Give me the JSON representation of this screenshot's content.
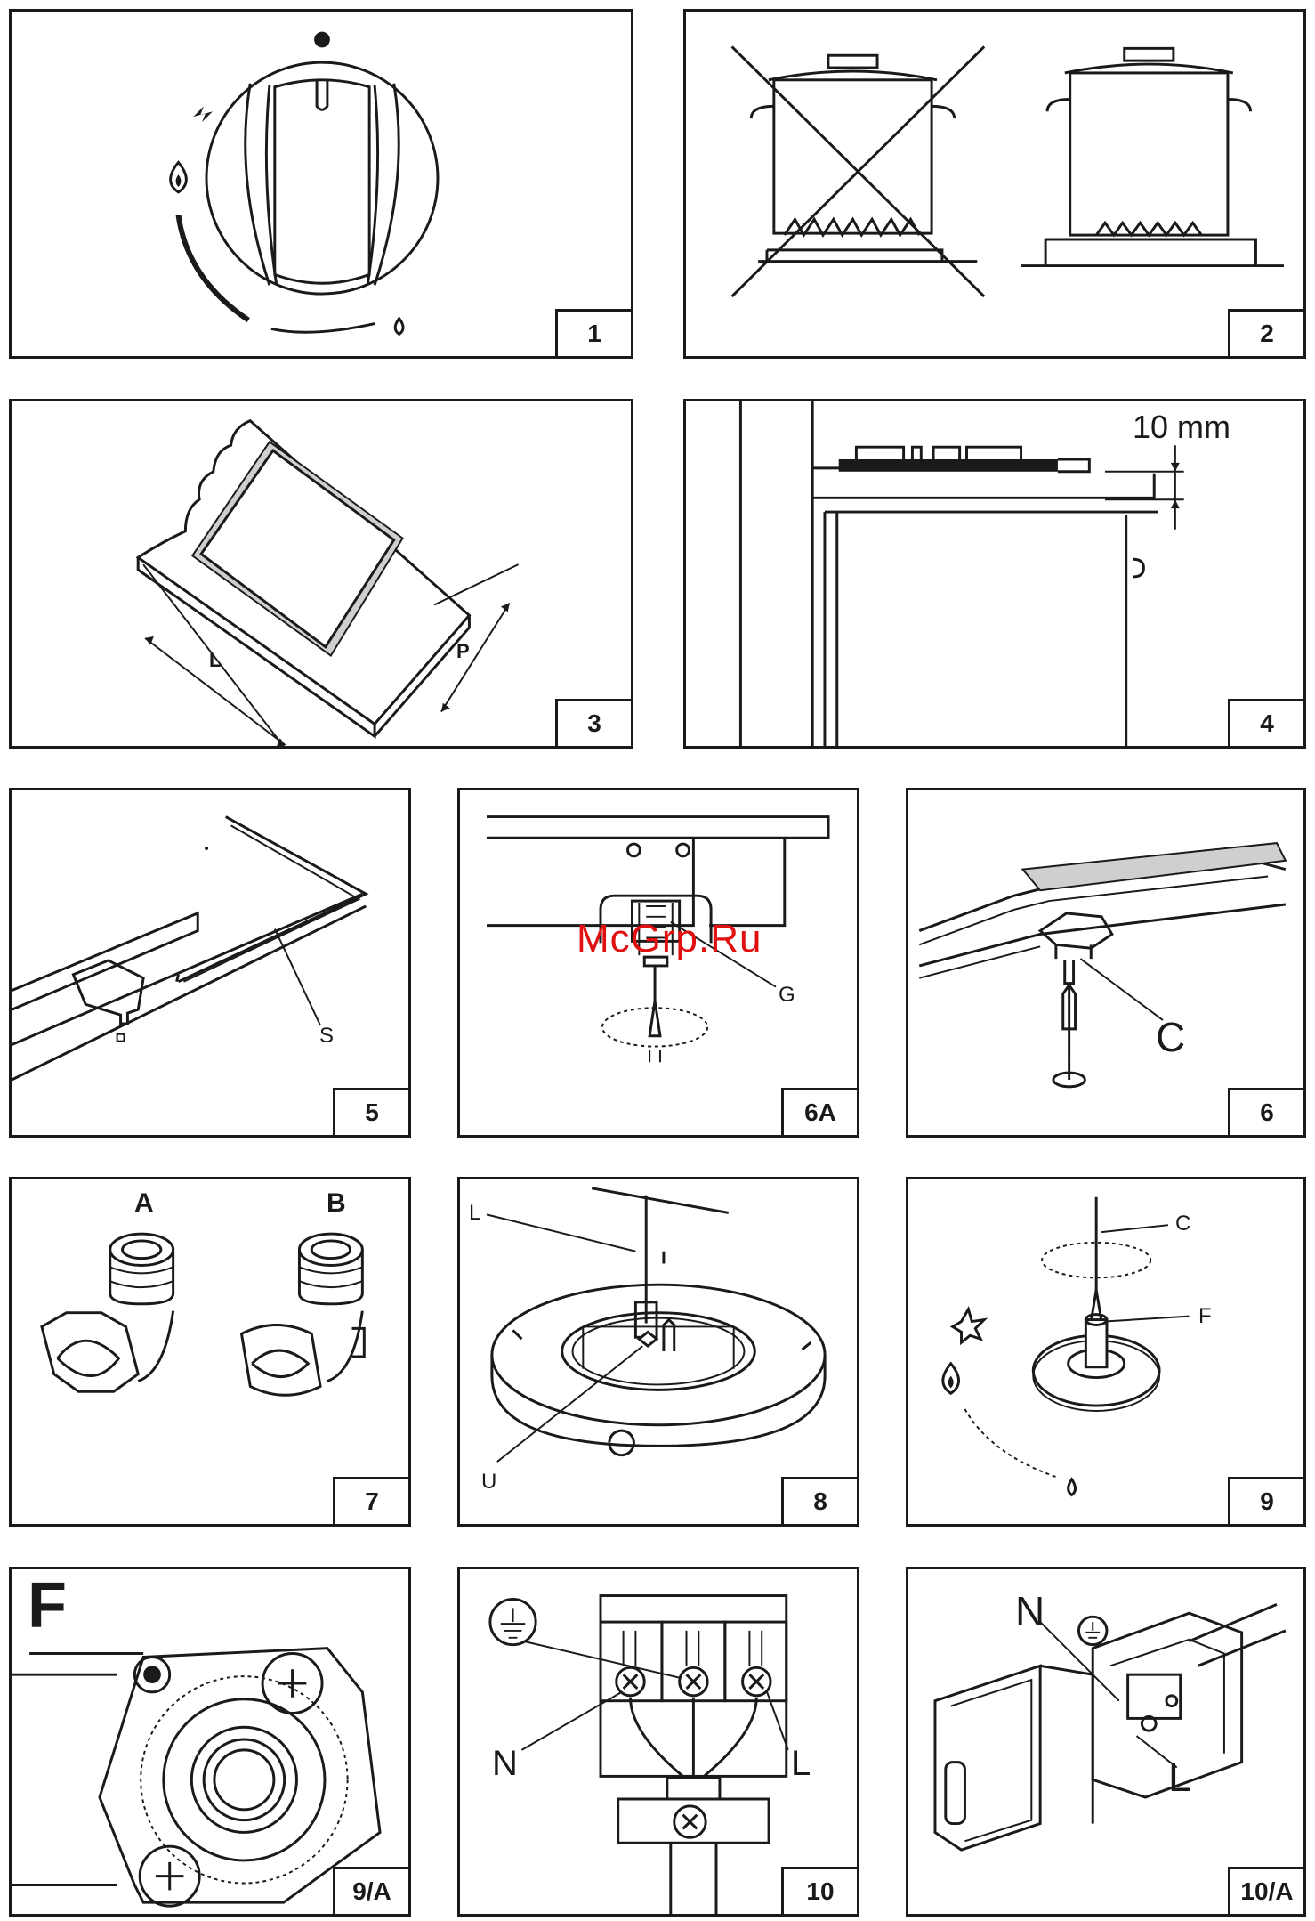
{
  "figures": [
    {
      "id": "1",
      "label": "1"
    },
    {
      "id": "2",
      "label": "2"
    },
    {
      "id": "3",
      "label": "3",
      "dim_l": "L",
      "dim_p": "P"
    },
    {
      "id": "4",
      "label": "4",
      "dim": "10 mm"
    },
    {
      "id": "5",
      "label": "5",
      "part": "S"
    },
    {
      "id": "6a",
      "label": "6A",
      "part": "G"
    },
    {
      "id": "6",
      "label": "6",
      "part": "C"
    },
    {
      "id": "7",
      "label": "7",
      "part_a": "A",
      "part_b": "B"
    },
    {
      "id": "8",
      "label": "8",
      "part_l": "L",
      "part_u": "U"
    },
    {
      "id": "9",
      "label": "9",
      "part_c": "C",
      "part_f": "F"
    },
    {
      "id": "9a",
      "label": "9/A",
      "part": "F"
    },
    {
      "id": "10",
      "label": "10",
      "part_n": "N",
      "part_l": "L"
    },
    {
      "id": "10a",
      "label": "10/A",
      "part_n": "N",
      "part_l": "L"
    }
  ],
  "watermark": "McGrp.Ru",
  "icons": [
    "gas-knob-icon",
    "flame-icon",
    "spark-icon",
    "pot-icon",
    "earth-ground-icon",
    "screw-terminal-icon"
  ]
}
